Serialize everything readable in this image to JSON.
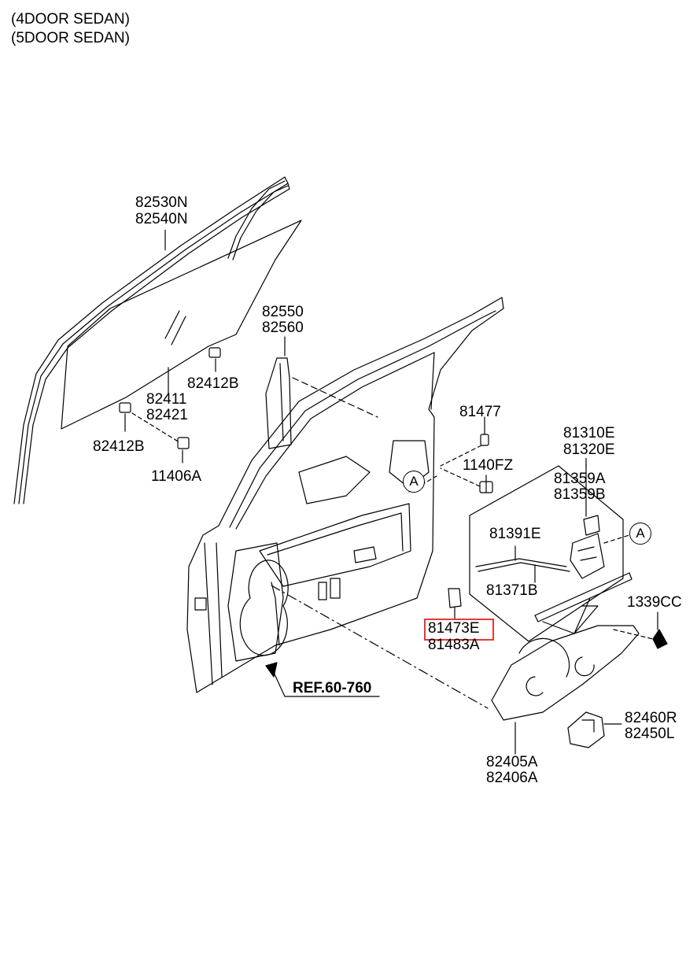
{
  "header": {
    "line1": "(4DOOR SEDAN)",
    "line2": "(5DOOR SEDAN)"
  },
  "labels": {
    "p82530N": "82530N",
    "p82540N": "82540N",
    "p82550": "82550",
    "p82560": "82560",
    "p82412B_a": "82412B",
    "p82411": "82411",
    "p82421": "82421",
    "p82412B_b": "82412B",
    "p11406A": "11406A",
    "p81477": "81477",
    "p1140FZ": "1140FZ",
    "p81310E": "81310E",
    "p81320E": "81320E",
    "p81359A": "81359A",
    "p81359B": "81359B",
    "p81391E": "81391E",
    "p81371B": "81371B",
    "p1339CC": "1339CC",
    "p81473E": "81473E",
    "p81483A": "81483A",
    "p82460R": "82460R",
    "p82450L": "82450L",
    "p82405A": "82405A",
    "p82406A": "82406A"
  },
  "callouts": {
    "a1": "A",
    "a2": "A"
  },
  "ref": "REF.60-760",
  "highlight": {
    "part": "81473E",
    "color": "#e53935"
  }
}
